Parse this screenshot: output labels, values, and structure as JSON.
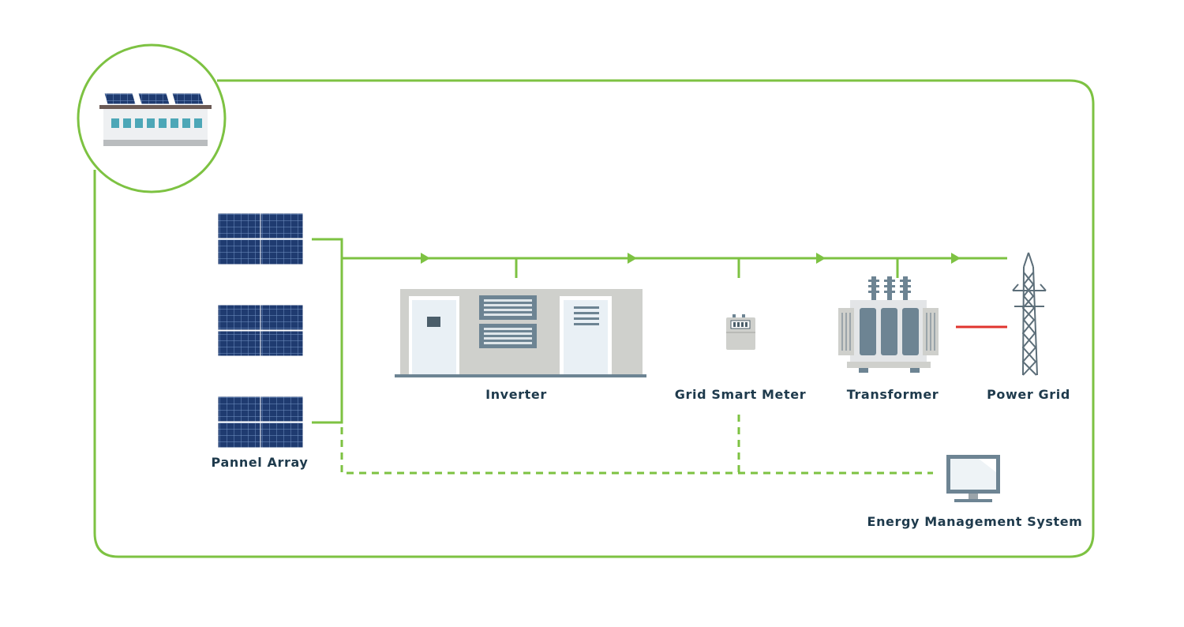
{
  "labels": {
    "panel_array": "Pannel Array",
    "inverter": "Inverter",
    "smart_meter": "Grid Smart Meter",
    "transformer": "Transformer",
    "power_grid": "Power Grid",
    "ems": "Energy Management System"
  },
  "colors": {
    "line_green": "#7dc242",
    "label_text": "#1e3a4c",
    "panel_blue": "#1e3a6e",
    "panel_grid": "#6e8fc0",
    "device_gray": "#cfd0cc",
    "steel": "#6d8493",
    "connector_red": "#e0342e"
  },
  "icons": [
    "rooftop-solar-building-icon",
    "solar-panel-icon",
    "inverter-icon",
    "smart-meter-icon",
    "transformer-icon",
    "power-tower-icon",
    "monitor-icon"
  ]
}
